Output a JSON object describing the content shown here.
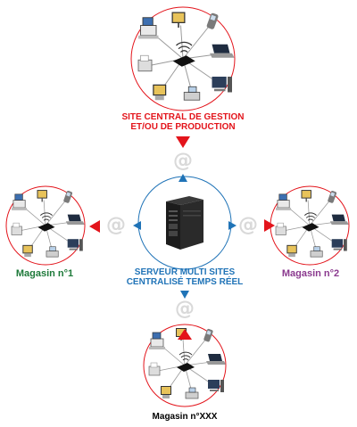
{
  "central_site": {
    "label_line1": "SITE CENTRAL DE GESTION",
    "label_line2": "ET/OU DE PRODUCTION"
  },
  "server": {
    "label_line1": "SERVEUR MULTI SITES",
    "label_line2": "CENTRALISÉ TEMPS RÉEL"
  },
  "stores": [
    {
      "label": "Magasin n°1"
    },
    {
      "label": "Magasin n°2"
    },
    {
      "label": "Magasin n°XXX"
    }
  ],
  "connection_symbol": "@",
  "colors": {
    "central": "#e3141b",
    "server": "#1f73b7",
    "store1": "#1e7a3a",
    "store2": "#8b3a8f",
    "store3": "#000000",
    "circle_red": "#e3141b",
    "circle_blue": "#1f73b7",
    "at_symbol": "#d9d9d9"
  },
  "icons": [
    "pos-terminal-icon",
    "touch-screen-icon",
    "handheld-scanner-icon",
    "wifi-router-icon",
    "laptop-icon",
    "desktop-computer-icon",
    "printer-icon",
    "tower-server-icon"
  ]
}
